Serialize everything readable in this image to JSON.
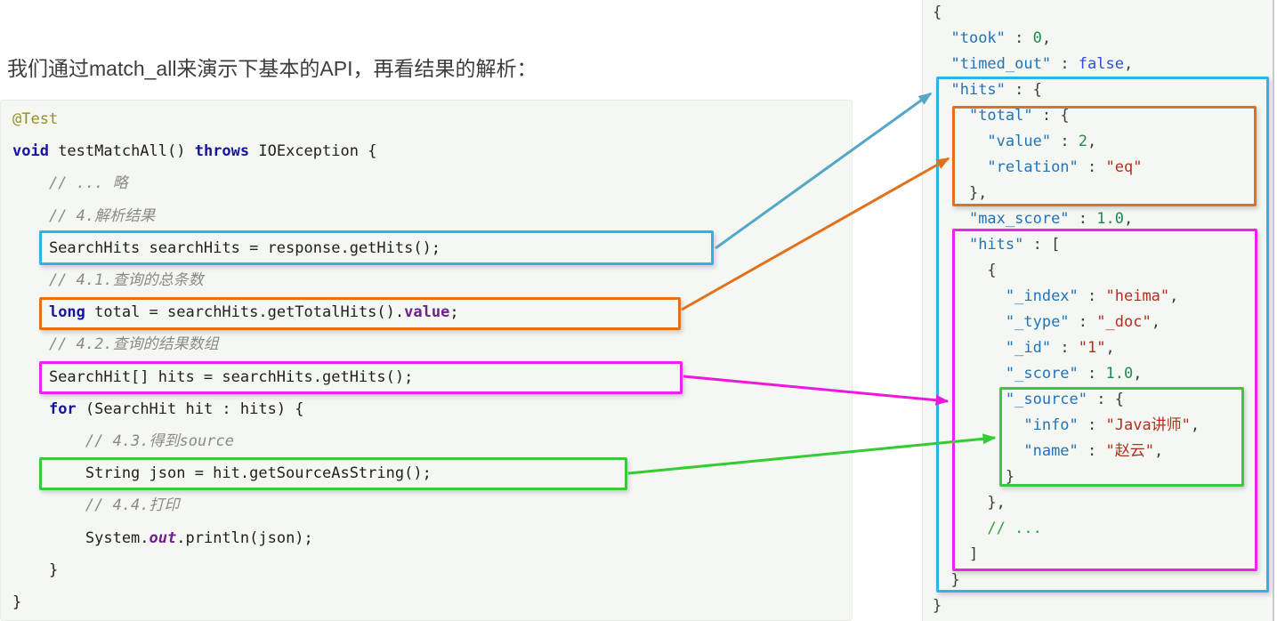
{
  "page": {
    "heading": "我们通过match_all来演示下基本的API，再看结果的解析："
  },
  "colors": {
    "box_blue": "#2fb2e8",
    "box_orange": "#e2711c",
    "box_magenta": "#ee22ee",
    "box_green": "#3cc73c",
    "arrow_blue": "#55a7c6",
    "arrow_orange": "#e2711c",
    "arrow_magenta": "#ee18dd",
    "arrow_green": "#35cb35"
  },
  "code_panel": {
    "language": "java",
    "lines": [
      [
        [
          "ann",
          "@Test"
        ]
      ],
      [
        [
          "kw",
          "void"
        ],
        [
          "pln",
          " testMatchAll() "
        ],
        [
          "kw",
          "throws"
        ],
        [
          "pln",
          " IOException {"
        ]
      ],
      [
        [
          "cm",
          "    // ... 略"
        ]
      ],
      [
        [
          "cm",
          "    // 4.解析结果"
        ]
      ],
      [
        [
          "pln",
          "    SearchHits searchHits = response.getHits();"
        ]
      ],
      [
        [
          "cm",
          "    // 4.1.查询的总条数"
        ]
      ],
      [
        [
          "pln",
          "    "
        ],
        [
          "kw",
          "long"
        ],
        [
          "pln",
          " total = searchHits.getTotalHits()."
        ],
        [
          "fld",
          "value"
        ],
        [
          "pln",
          ";"
        ]
      ],
      [
        [
          "cm",
          "    // 4.2.查询的结果数组"
        ]
      ],
      [
        [
          "pln",
          "    SearchHit[] hits = searchHits.getHits();"
        ]
      ],
      [
        [
          "pln",
          "    "
        ],
        [
          "kw",
          "for"
        ],
        [
          "pln",
          " (SearchHit hit : hits) {"
        ]
      ],
      [
        [
          "cm",
          "        // 4.3.得到source"
        ]
      ],
      [
        [
          "pln",
          "        String json = hit.getSourceAsString();"
        ]
      ],
      [
        [
          "cm",
          "        // 4.4.打印"
        ]
      ],
      [
        [
          "pln",
          "        System."
        ],
        [
          "fldo",
          "out"
        ],
        [
          "pln",
          ".println(json);"
        ]
      ],
      [
        [
          "pln",
          "    }"
        ]
      ],
      [
        [
          "pln",
          "}"
        ]
      ]
    ]
  },
  "json_panel": {
    "lines": [
      [
        [
          "pun",
          "{"
        ]
      ],
      [
        [
          "pun",
          "  "
        ],
        [
          "key",
          "\"took\""
        ],
        [
          "pun",
          " : "
        ],
        [
          "num",
          "0"
        ],
        [
          "pun",
          ","
        ]
      ],
      [
        [
          "pun",
          "  "
        ],
        [
          "key",
          "\"timed_out\""
        ],
        [
          "pun",
          " : "
        ],
        [
          "bool",
          "false"
        ],
        [
          "pun",
          ","
        ]
      ],
      [
        [
          "pun",
          "  "
        ],
        [
          "key",
          "\"hits\""
        ],
        [
          "pun",
          " : {"
        ]
      ],
      [
        [
          "pun",
          "    "
        ],
        [
          "key",
          "\"total\""
        ],
        [
          "pun",
          " : {"
        ]
      ],
      [
        [
          "pun",
          "      "
        ],
        [
          "key",
          "\"value\""
        ],
        [
          "pun",
          " : "
        ],
        [
          "num",
          "2"
        ],
        [
          "pun",
          ","
        ]
      ],
      [
        [
          "pun",
          "      "
        ],
        [
          "key",
          "\"relation\""
        ],
        [
          "pun",
          " : "
        ],
        [
          "str",
          "\"eq\""
        ]
      ],
      [
        [
          "pun",
          "    },"
        ]
      ],
      [
        [
          "pun",
          "    "
        ],
        [
          "key",
          "\"max_score\""
        ],
        [
          "pun",
          " : "
        ],
        [
          "num",
          "1.0"
        ],
        [
          "pun",
          ","
        ]
      ],
      [
        [
          "pun",
          "    "
        ],
        [
          "key",
          "\"hits\""
        ],
        [
          "pun",
          " : ["
        ]
      ],
      [
        [
          "pun",
          "      {"
        ]
      ],
      [
        [
          "pun",
          "        "
        ],
        [
          "key",
          "\"_index\""
        ],
        [
          "pun",
          " : "
        ],
        [
          "str",
          "\"heima\""
        ],
        [
          "pun",
          ","
        ]
      ],
      [
        [
          "pun",
          "        "
        ],
        [
          "key",
          "\"_type\""
        ],
        [
          "pun",
          " : "
        ],
        [
          "str",
          "\"_doc\""
        ],
        [
          "pun",
          ","
        ]
      ],
      [
        [
          "pun",
          "        "
        ],
        [
          "key",
          "\"_id\""
        ],
        [
          "pun",
          " : "
        ],
        [
          "str",
          "\"1\""
        ],
        [
          "pun",
          ","
        ]
      ],
      [
        [
          "pun",
          "        "
        ],
        [
          "key",
          "\"_score\""
        ],
        [
          "pun",
          " : "
        ],
        [
          "num",
          "1.0"
        ],
        [
          "pun",
          ","
        ]
      ],
      [
        [
          "pun",
          "        "
        ],
        [
          "key",
          "\"_source\""
        ],
        [
          "pun",
          " : {"
        ]
      ],
      [
        [
          "pun",
          "          "
        ],
        [
          "key",
          "\"info\""
        ],
        [
          "pun",
          " : "
        ],
        [
          "str",
          "\"Java讲师\""
        ],
        [
          "pun",
          ","
        ]
      ],
      [
        [
          "pun",
          "          "
        ],
        [
          "key",
          "\"name\""
        ],
        [
          "pun",
          " : "
        ],
        [
          "str",
          "\"赵云\""
        ],
        [
          "pun",
          ","
        ]
      ],
      [
        [
          "pun",
          "        }"
        ]
      ],
      [
        [
          "pun",
          "      },"
        ]
      ],
      [
        [
          "cmt",
          "      // ..."
        ]
      ],
      [
        [
          "pun",
          "    ]"
        ]
      ],
      [
        [
          "pun",
          "  }"
        ]
      ],
      [
        [
          "pun",
          "}"
        ]
      ]
    ]
  },
  "annotations": {
    "links": [
      {
        "color": "blue",
        "code_line": "SearchHits searchHits = response.getHits();",
        "json_target": "\"hits\" : { ... } (outer hits object)"
      },
      {
        "color": "orange",
        "code_line": "long total = searchHits.getTotalHits().value;",
        "json_target": "\"total\" : { \"value\" : 2, \"relation\" : \"eq\" }"
      },
      {
        "color": "magenta",
        "code_line": "SearchHit[] hits = searchHits.getHits();",
        "json_target": "\"hits\" : [ ... ] (hits array)"
      },
      {
        "color": "green",
        "code_line": "String json = hit.getSourceAsString();",
        "json_target": "\"_source\" : { \"info\", \"name\" }"
      }
    ]
  }
}
